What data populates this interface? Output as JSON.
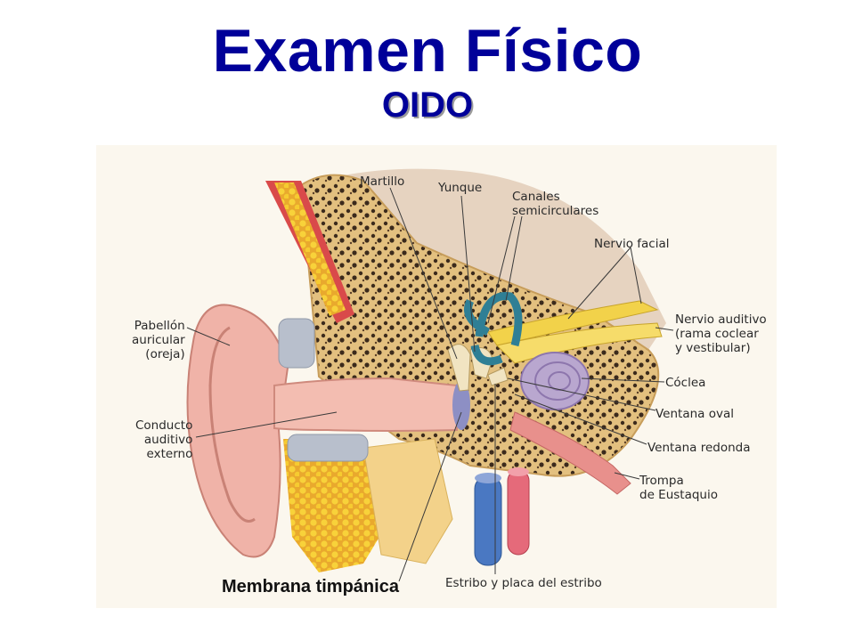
{
  "title": "Examen Físico",
  "subtitle": "OIDO",
  "labels": {
    "martillo": "Martillo",
    "yunque": "Yunque",
    "canales": "Canales\nsemicirculares",
    "nervio_facial": "Nervio facial",
    "nervio_auditivo": "Nervio auditivo\n(rama coclear\ny vestibular)",
    "coclea": "Cóclea",
    "ventana_oval": "Ventana oval",
    "ventana_redonda": "Ventana redonda",
    "trompa": "Trompa\nde Eustaquio",
    "estribo": "Estribo y placa del estribo",
    "pabellon": "Pabellón\nauricular\n(oreja)",
    "conducto": "Conducto\nauditivo\nexterno",
    "membrana": "Membrana timpánica"
  },
  "colors": {
    "title": "#000099",
    "bone": "#e8c88a",
    "skin": "#f0b3a8",
    "fat": "#f5c842",
    "nerve": "#f2d24a",
    "canals": "#2f7f95",
    "cochlea": "#b9a7cf",
    "vein": "#4a78c2",
    "artery": "#e56a7a"
  }
}
